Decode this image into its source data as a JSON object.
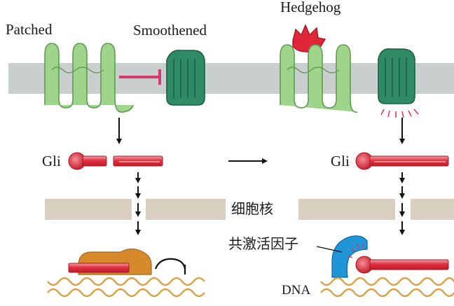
{
  "labels": {
    "patched": "Patched",
    "smoothened": "Smoothened",
    "hedgehog": "Hedgehog",
    "gli_left": "Gli",
    "gli_right": "Gli",
    "nucleus": "细胞核",
    "coactivator": "共激活因子",
    "dna": "DNA"
  },
  "colors": {
    "membrane": "#c9cfcf",
    "patched_green": "#9ed58a",
    "patched_outline": "#5f9b52",
    "smoothened_green": "#2f8b63",
    "smoothened_outline": "#1d5e42",
    "hedgehog_red": "#e0273a",
    "gli_red": "#e2303e",
    "inhibit_pink": "#d8386c",
    "nuclear_envelope": "#d8cfc1",
    "repressor_orange": "#d68a2c",
    "coactivator_blue": "#2196d6",
    "dna_strand": "#d9a24a",
    "arrow": "#111111"
  }
}
